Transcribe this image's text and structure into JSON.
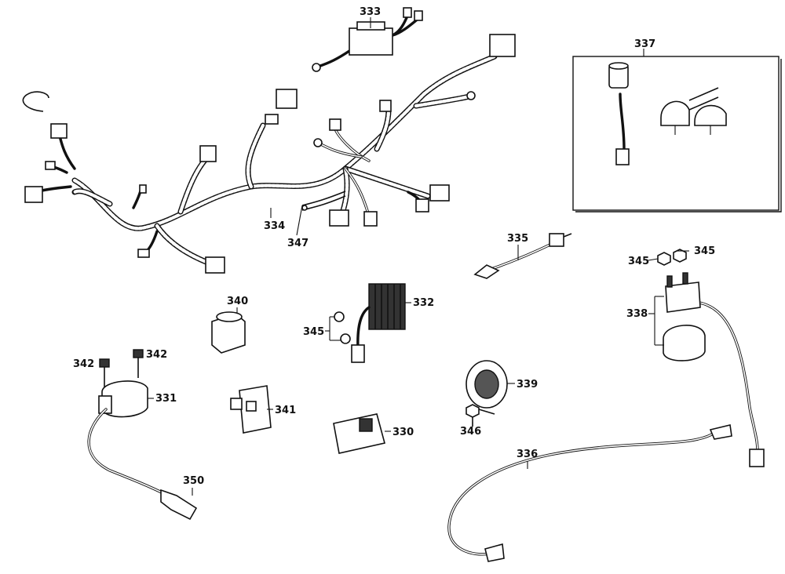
{
  "labels": {
    "p330": "330",
    "p331": "331",
    "p332": "332",
    "p333": "333",
    "p334": "334",
    "p335": "335",
    "p336": "336",
    "p337": "337",
    "p338": "338",
    "p339": "339",
    "p340": "340",
    "p341": "341",
    "p342a": "342",
    "p342b": "342",
    "p345a": "345",
    "p345b": "345",
    "p345c": "345",
    "p346": "346",
    "p347": "347",
    "p350": "350"
  }
}
